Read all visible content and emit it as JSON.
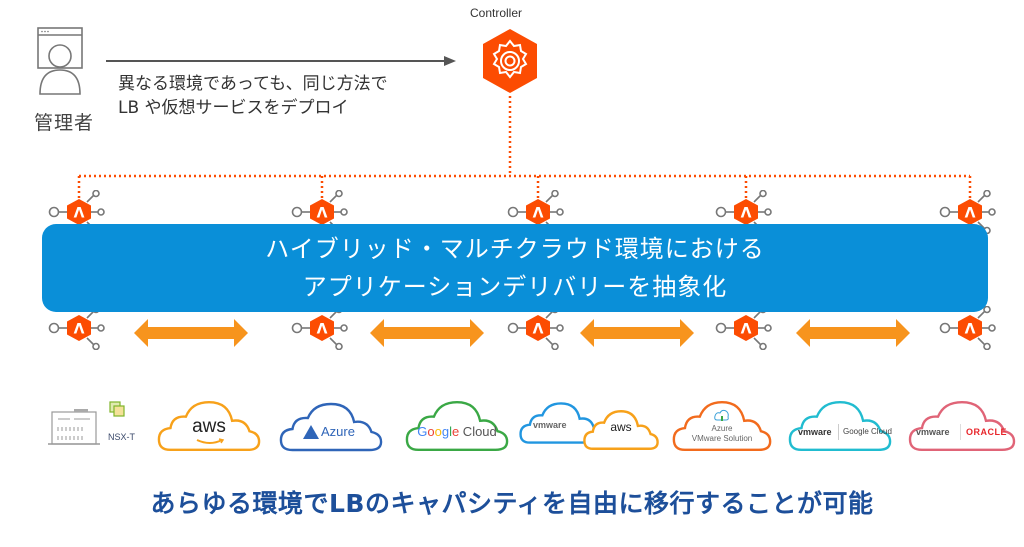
{
  "admin": {
    "label": "管理者",
    "icon": "admin-user-icon"
  },
  "description": {
    "line1": "異なる環境であっても、同じ方法で",
    "line2": "LB や仮想サービスをデプロイ"
  },
  "controller": {
    "label": "Controller",
    "icon": "controller-gear-icon"
  },
  "colors": {
    "accent_orange": "#fc4c02",
    "band_blue": "#0a8fd8",
    "arrow_orange": "#f7941d",
    "headline_blue": "#1d4f9a"
  },
  "band": {
    "line1": "ハイブリッド・マルチクラウド環境における",
    "line2": "アプリケーションデリバリーを抽象化"
  },
  "service_engines": {
    "top_count": 5,
    "bottom_count": 5,
    "icon": "service-engine-icon",
    "glyph": "Λ"
  },
  "environments": [
    {
      "name": "on-prem-nsx-t",
      "labels": [
        "NSX-T"
      ]
    },
    {
      "name": "aws",
      "labels": [
        "aws"
      ]
    },
    {
      "name": "azure",
      "labels": [
        "Azure"
      ]
    },
    {
      "name": "google-cloud",
      "labels": [
        "Google Cloud"
      ]
    },
    {
      "name": "vmware-aws",
      "labels": [
        "vmware",
        "aws"
      ]
    },
    {
      "name": "azure-vmware-solution",
      "labels": [
        "Azure",
        "VMware Solution"
      ]
    },
    {
      "name": "vmware-google-cloud",
      "labels": [
        "vmware",
        "Google Cloud"
      ]
    },
    {
      "name": "vmware-oracle",
      "labels": [
        "vmware",
        "ORACLE"
      ]
    }
  ],
  "headline": "あらゆる環境でLBのキャパシティを自由に移行することが可能"
}
